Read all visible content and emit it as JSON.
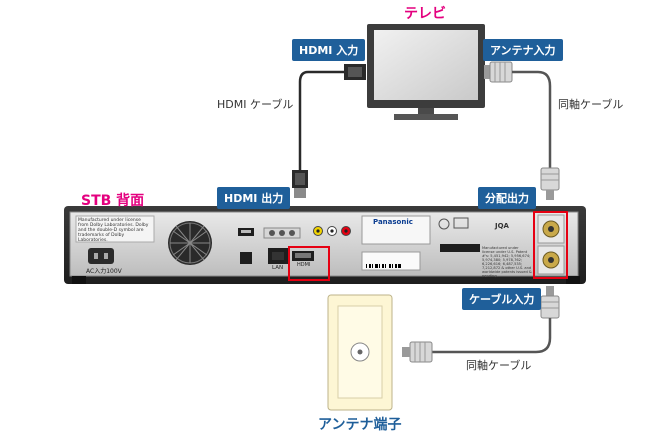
{
  "tv": {
    "title": "テレビ"
  },
  "stb": {
    "title": "STB 背面",
    "panel": {
      "ac_label": "AC入力100V",
      "dolby_text": "Manufactured under license from Dolby Laboratories. Dolby and the double-D symbol are trademarks of Dolby Laboratories.",
      "brand": "Panasonic",
      "lan_label": "LAN",
      "hdmi_label": "HDMI",
      "jqa_label": "JQA",
      "patent_text": "Manufactured under license under U.S. Patent #'s: 5,451,942; 5,956,674; 5,974,380; 5,978,762; 6,226,616; 6,487,535; 7,212,872 & other U.S. and worldwide patents issued & pending."
    }
  },
  "labels": {
    "hdmi_in": "HDMI 入力",
    "antenna_in": "アンテナ入力",
    "hdmi_cable": "HDMI ケーブル",
    "coax_cable_top": "同軸ケーブル",
    "hdmi_out": "HDMI 出力",
    "split_out": "分配出力",
    "cable_in": "ケーブル入力",
    "coax_cable_bottom": "同軸ケーブル",
    "antenna_terminal": "アンテナ端子"
  },
  "colors": {
    "badge_blue": "#1f5f9a",
    "title_pink": "#e4007f",
    "highlight_red": "#e60012",
    "wall_plate": "#fdf6d4"
  }
}
